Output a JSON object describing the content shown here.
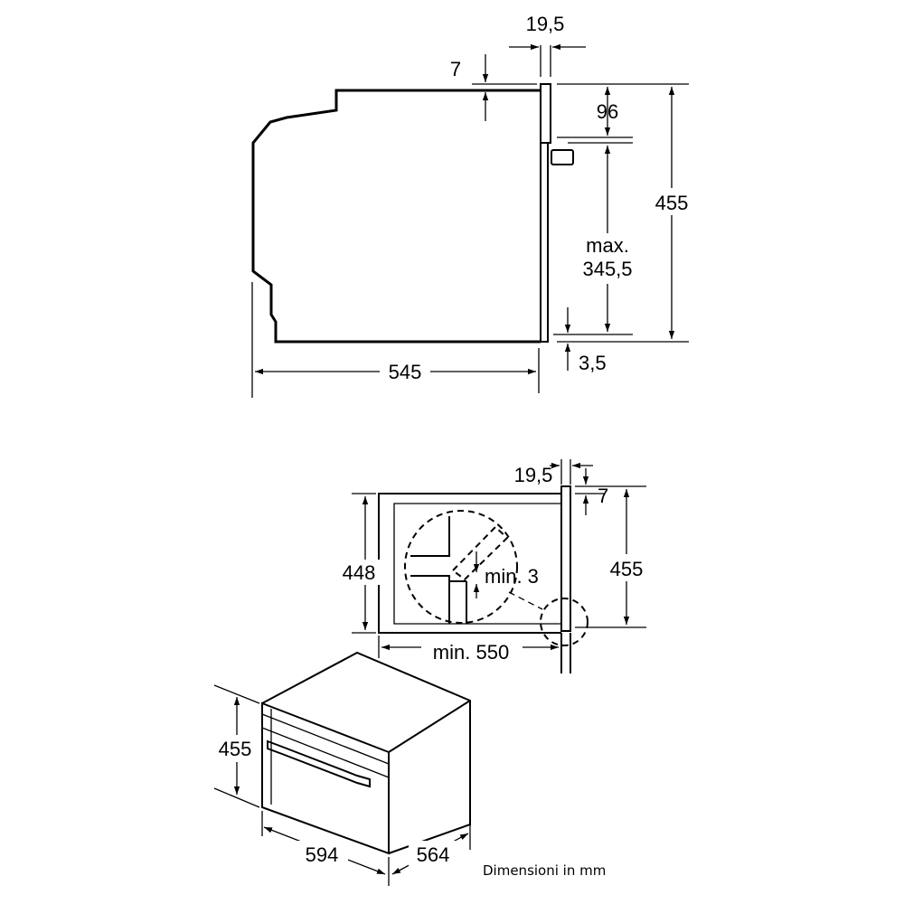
{
  "side_view": {
    "dim_19_5": "19,5",
    "dim_7": "7",
    "dim_96": "96",
    "dim_455": "455",
    "dim_max_line1": "max.",
    "dim_max_line2": "345,5",
    "dim_3_5": "3,5",
    "dim_545": "545"
  },
  "niche_view": {
    "dim_19_5": "19,5",
    "dim_7": "7",
    "dim_448": "448",
    "dim_455": "455",
    "dim_min_3": "min. 3",
    "dim_min_550": "min. 550"
  },
  "iso_view": {
    "dim_455": "455",
    "dim_594": "594",
    "dim_564": "564"
  },
  "footer": {
    "units_note": "Dimensioni in mm"
  }
}
